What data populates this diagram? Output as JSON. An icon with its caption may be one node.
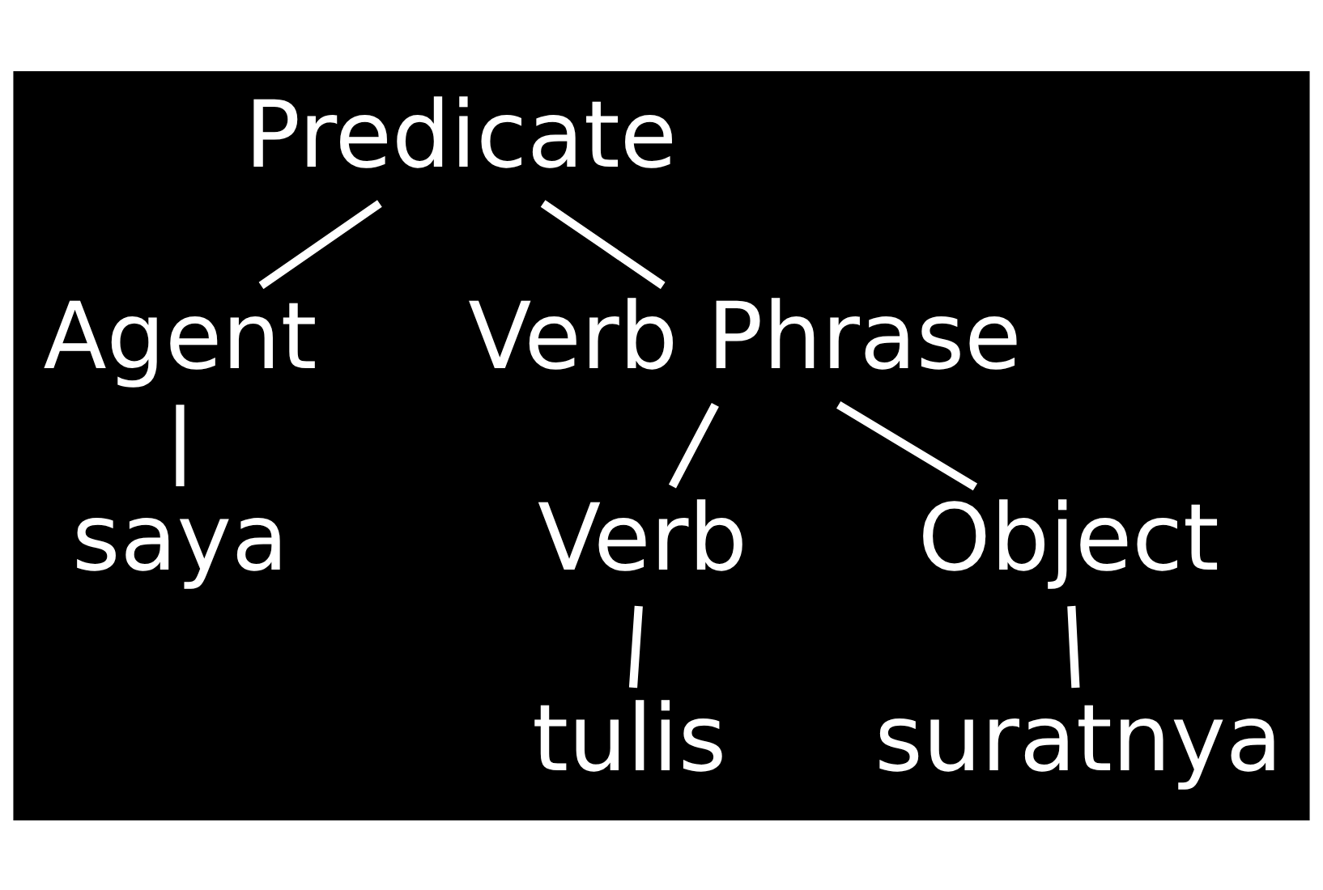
{
  "diagram": {
    "nodes": [
      {
        "text": [
          "Predicate"
        ]
      },
      {
        "text": [
          "Agent"
        ]
      },
      {
        "text": [
          "Verb Phrase"
        ]
      },
      {
        "text": [
          "saya"
        ]
      },
      {
        "text": [
          "Verb"
        ]
      },
      {
        "text": [
          "Object"
        ]
      },
      {
        "text": [
          "tulis"
        ]
      },
      {
        "text": [
          "suratnya"
        ]
      }
    ],
    "edges": [
      {
        "from": 0,
        "to": 1,
        "arrow": "none"
      },
      {
        "from": 0,
        "to": 2,
        "arrow": "none"
      },
      {
        "from": 1,
        "to": 3,
        "arrow": "none"
      },
      {
        "from": 2,
        "to": 4,
        "arrow": "none"
      },
      {
        "from": 2,
        "to": 5,
        "arrow": "none"
      },
      {
        "from": 4,
        "to": 6,
        "arrow": "none"
      },
      {
        "from": 5,
        "to": 7,
        "arrow": "none"
      }
    ]
  }
}
